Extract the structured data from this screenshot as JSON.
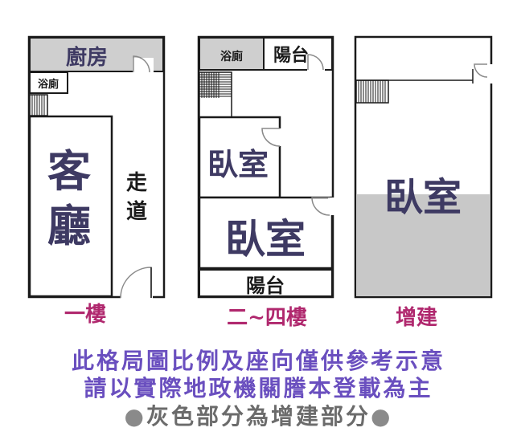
{
  "floor1": {
    "kitchen": "廚房",
    "bath": "浴廁",
    "living": [
      "客",
      "廳"
    ],
    "corridor": [
      "走",
      "道"
    ],
    "caption": "一樓"
  },
  "floor2to4": {
    "bath": "浴廁",
    "balcony_top": "陽台",
    "bedroom_small": "臥室",
    "bedroom_large": "臥室",
    "balcony_bottom": "陽台",
    "caption": "二~四樓"
  },
  "extension": {
    "bedroom": "臥室",
    "caption": "增建"
  },
  "notes": {
    "line1": "此格局圖比例及座向僅供參考示意",
    "line2": "請以實際地政機關謄本登載為主",
    "line3_bullet": "●",
    "line3_text": "灰色部分為增建部分"
  },
  "colors": {
    "wall": "#1a1a1a",
    "gray_area": "#c8c8c8",
    "room_text": "#3e3a63",
    "caption_text": "#b0286e",
    "note_text": "#6a4fbf",
    "door_arc": "#9a9a9a"
  }
}
